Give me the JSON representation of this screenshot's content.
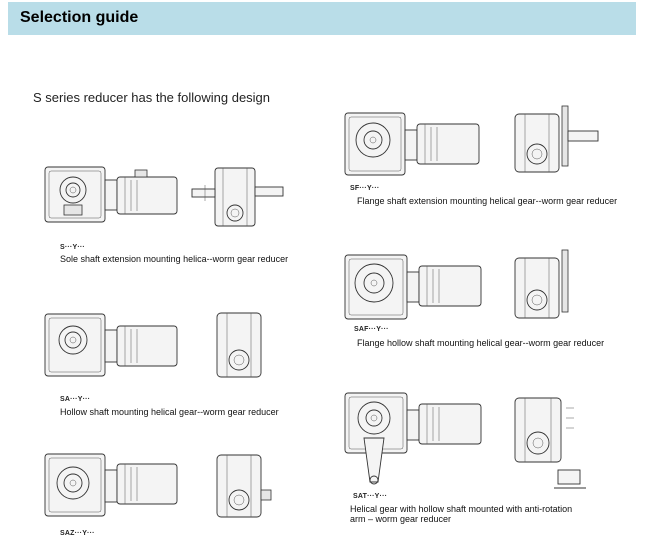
{
  "header": {
    "title": "Selection guide"
  },
  "intro": "S series reducer has the following design",
  "designs": [
    {
      "code": "S···Y···",
      "caption": "Sole shaft extension mounting helica--worm gear reducer"
    },
    {
      "code": "SA···Y···",
      "caption": "Hollow shaft mounting helical gear--worm gear reducer"
    },
    {
      "code": "SAZ···Y···",
      "caption": ""
    },
    {
      "code": "SF···Y···",
      "caption": "Flange shaft extension mounting helical gear--worm gear reducer"
    },
    {
      "code": "SAF···Y···",
      "caption": "Flange hollow shaft mounting helical gear--worm gear reducer"
    },
    {
      "code": "SAT···Y···",
      "caption_line1": "Helical gear with hollow shaft mounted with anti-rotation",
      "caption_line2": "arm – worm gear reducer"
    }
  ],
  "colors": {
    "header_bg": "#b9dde8"
  }
}
